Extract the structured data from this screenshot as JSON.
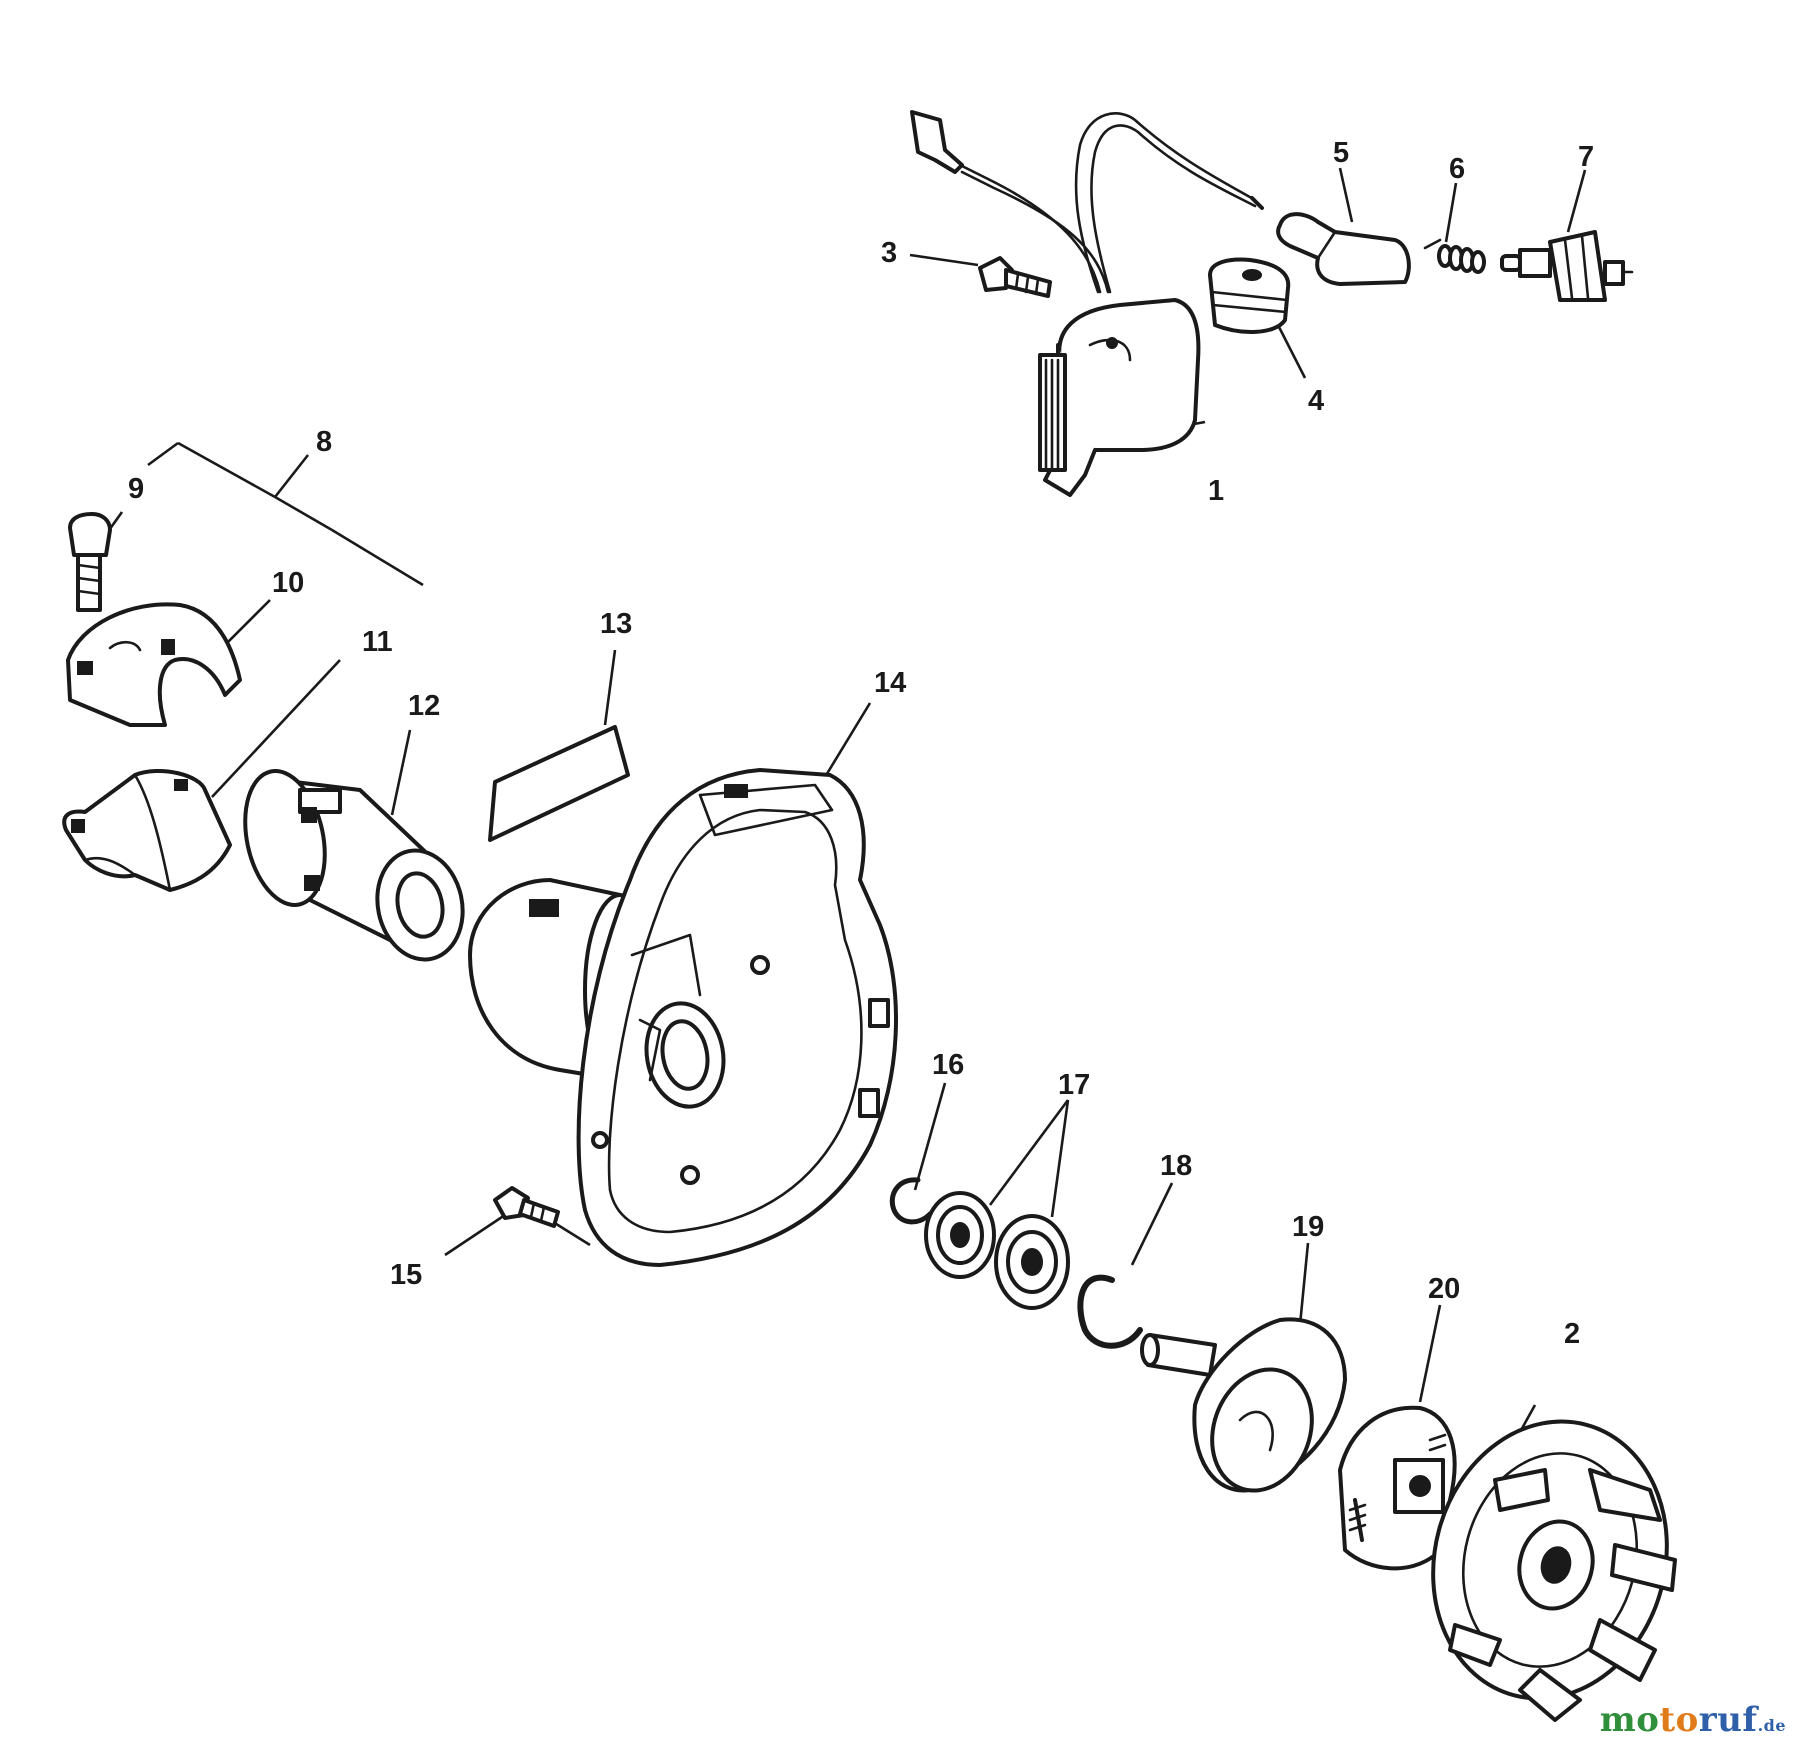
{
  "callouts": [
    {
      "id": "1",
      "label": "1"
    },
    {
      "id": "2",
      "label": "2"
    },
    {
      "id": "3",
      "label": "3"
    },
    {
      "id": "4",
      "label": "4"
    },
    {
      "id": "5",
      "label": "5"
    },
    {
      "id": "6",
      "label": "6"
    },
    {
      "id": "7",
      "label": "7"
    },
    {
      "id": "8",
      "label": "8"
    },
    {
      "id": "9",
      "label": "9"
    },
    {
      "id": "10",
      "label": "10"
    },
    {
      "id": "11",
      "label": "11"
    },
    {
      "id": "12",
      "label": "12"
    },
    {
      "id": "13",
      "label": "13"
    },
    {
      "id": "14",
      "label": "14"
    },
    {
      "id": "15",
      "label": "15"
    },
    {
      "id": "16",
      "label": "16"
    },
    {
      "id": "17",
      "label": "17"
    },
    {
      "id": "18",
      "label": "18"
    },
    {
      "id": "19",
      "label": "19"
    },
    {
      "id": "20",
      "label": "20"
    }
  ],
  "watermark": {
    "part1": "mo",
    "part2": "to",
    "part3": "ruf",
    "tld": ".de"
  }
}
